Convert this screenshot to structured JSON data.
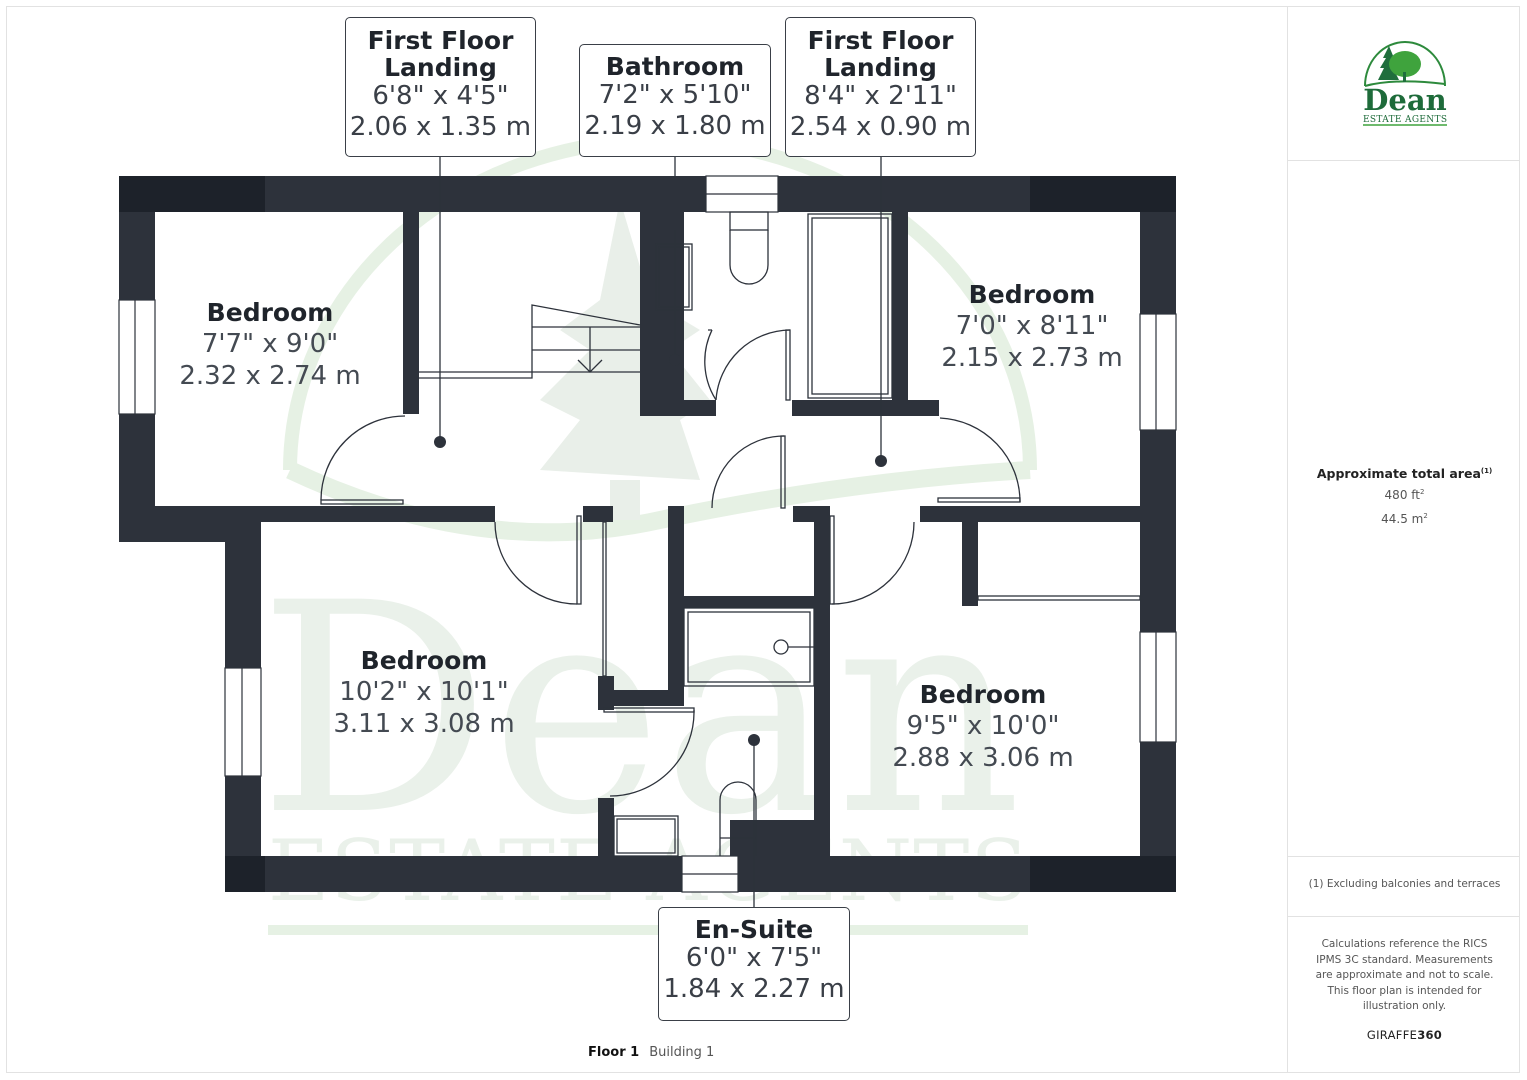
{
  "plan": {
    "floor": "Floor 1",
    "building": "Building 1",
    "callouts": [
      {
        "name": "First Floor Landing",
        "line1": "First Floor",
        "line2": "Landing",
        "imperial": "6'8\" x 4'5\"",
        "metric": "2.06 x 1.35 m"
      },
      {
        "name": "Bathroom",
        "line1": "Bathroom",
        "imperial": "7'2\" x 5'10\"",
        "metric": "2.19 x 1.80 m"
      },
      {
        "name": "First Floor Landing",
        "line1": "First Floor",
        "line2": "Landing",
        "imperial": "8'4\" x 2'11\"",
        "metric": "2.54 x 0.90 m"
      },
      {
        "name": "En-Suite",
        "line1": "En-Suite",
        "imperial": "6'0\" x 7'5\"",
        "metric": "1.84 x 2.27 m"
      }
    ],
    "rooms": [
      {
        "name": "Bedroom",
        "imperial": "7'7\" x 9'0\"",
        "metric": "2.32 x 2.74 m"
      },
      {
        "name": "Bedroom",
        "imperial": "7'0\" x 8'11\"",
        "metric": "2.15 x 2.73 m"
      },
      {
        "name": "Bedroom",
        "imperial": "10'2\" x 10'1\"",
        "metric": "3.11 x 3.08 m"
      },
      {
        "name": "Bedroom",
        "imperial": "9'5\" x 10'0\"",
        "metric": "2.88 x 3.06 m"
      }
    ],
    "watermark": {
      "line1": "Dean",
      "line2": "ESTATE AGENTS"
    }
  },
  "sidebar": {
    "logo": {
      "name": "Dean",
      "tagline": "ESTATE AGENTS"
    },
    "area": {
      "heading": "Approximate total area",
      "footnote_mark": "(1)",
      "imperial_value": "480 ft",
      "metric_value": "44.5 m",
      "unit_power": "2"
    },
    "footnote": "(1) Excluding balconies and terraces",
    "disclaimer": "Calculations reference the RICS IPMS 3C standard. Measurements are approximate and not to scale. This floor plan is intended for illustration only.",
    "brand_light": "GIRAFFE",
    "brand_bold": "360"
  },
  "colors": {
    "wall": "#2d323b",
    "wall_dark": "#1d222a",
    "watermark_green": "#e3efe3",
    "logo_green": "#1e6b3a",
    "logo_light_green": "#5bb347"
  }
}
